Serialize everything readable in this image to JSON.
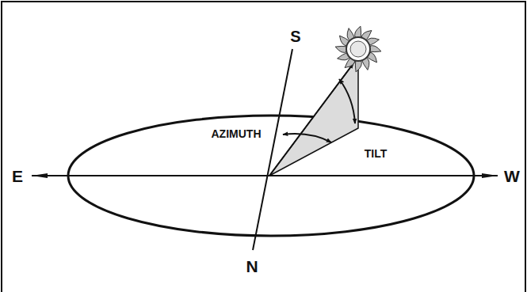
{
  "diagram": {
    "labels": [
      "S",
      "AZIMUTH",
      "TILT",
      "E",
      "W",
      "N"
    ]
  }
}
